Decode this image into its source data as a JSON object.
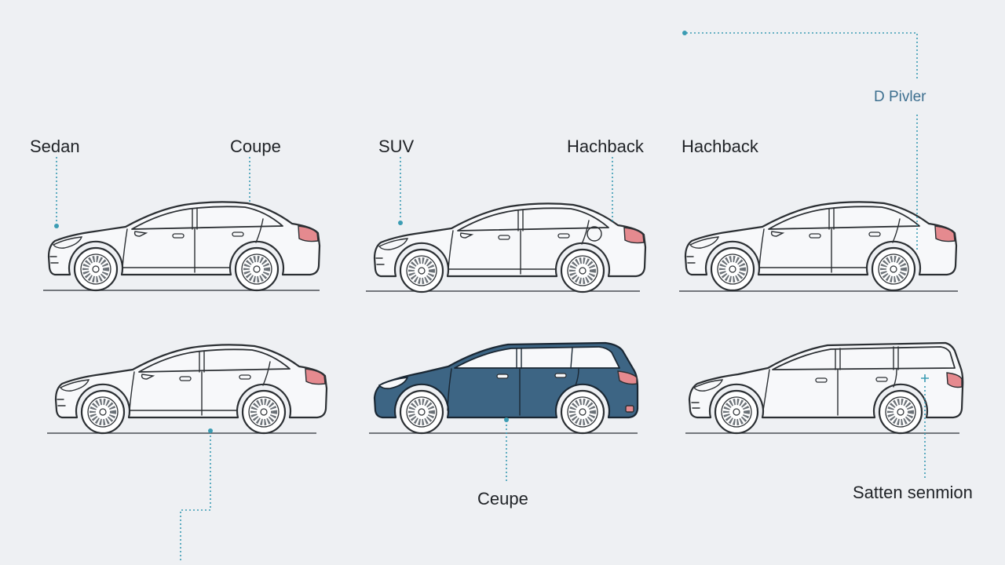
{
  "labels": {
    "sedan": "Sedan",
    "coupe_top": "Coupe",
    "suv": "SUV",
    "hachback_1": "Hachback",
    "hachback_2": "Hachback",
    "d_pillar": "D Pivler",
    "ceupe": "Ceupe",
    "satten": "Satten senmion"
  },
  "colors": {
    "background": "#eef0f3",
    "outline": "#2b2f33",
    "leader": "#3b9cb3",
    "highlight_fill": "#3d6584",
    "highlight_outline": "#1a2733",
    "taillight": "#e58a8f",
    "car_body": "#f7f8fa",
    "label": "#1f2226",
    "label_accent": "#3d6f8f"
  }
}
